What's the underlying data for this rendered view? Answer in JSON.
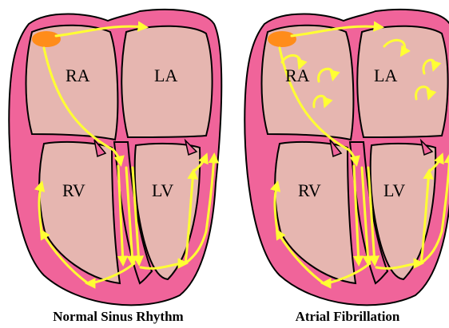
{
  "colors": {
    "myocardium": "#f0649a",
    "chamber": "#e6b6b0",
    "outline": "#000000",
    "conduction": "#ffff33",
    "sa_node": "#ff8c1a"
  },
  "panels": [
    {
      "id": "normal",
      "labels": {
        "ra": "RA",
        "la": "LA",
        "rv": "RV",
        "lv": "LV"
      },
      "caption": "Normal Sinus Rhythm"
    },
    {
      "id": "afib",
      "labels": {
        "ra": "RA",
        "la": "LA",
        "rv": "RV",
        "lv": "LV"
      },
      "caption": "Atrial Fibrillation"
    }
  ],
  "icons": {
    "sa_node": "sa-node-icon",
    "conduction_path": "conduction-pathway-icon",
    "reentry": "reentry-circuit-icon"
  }
}
